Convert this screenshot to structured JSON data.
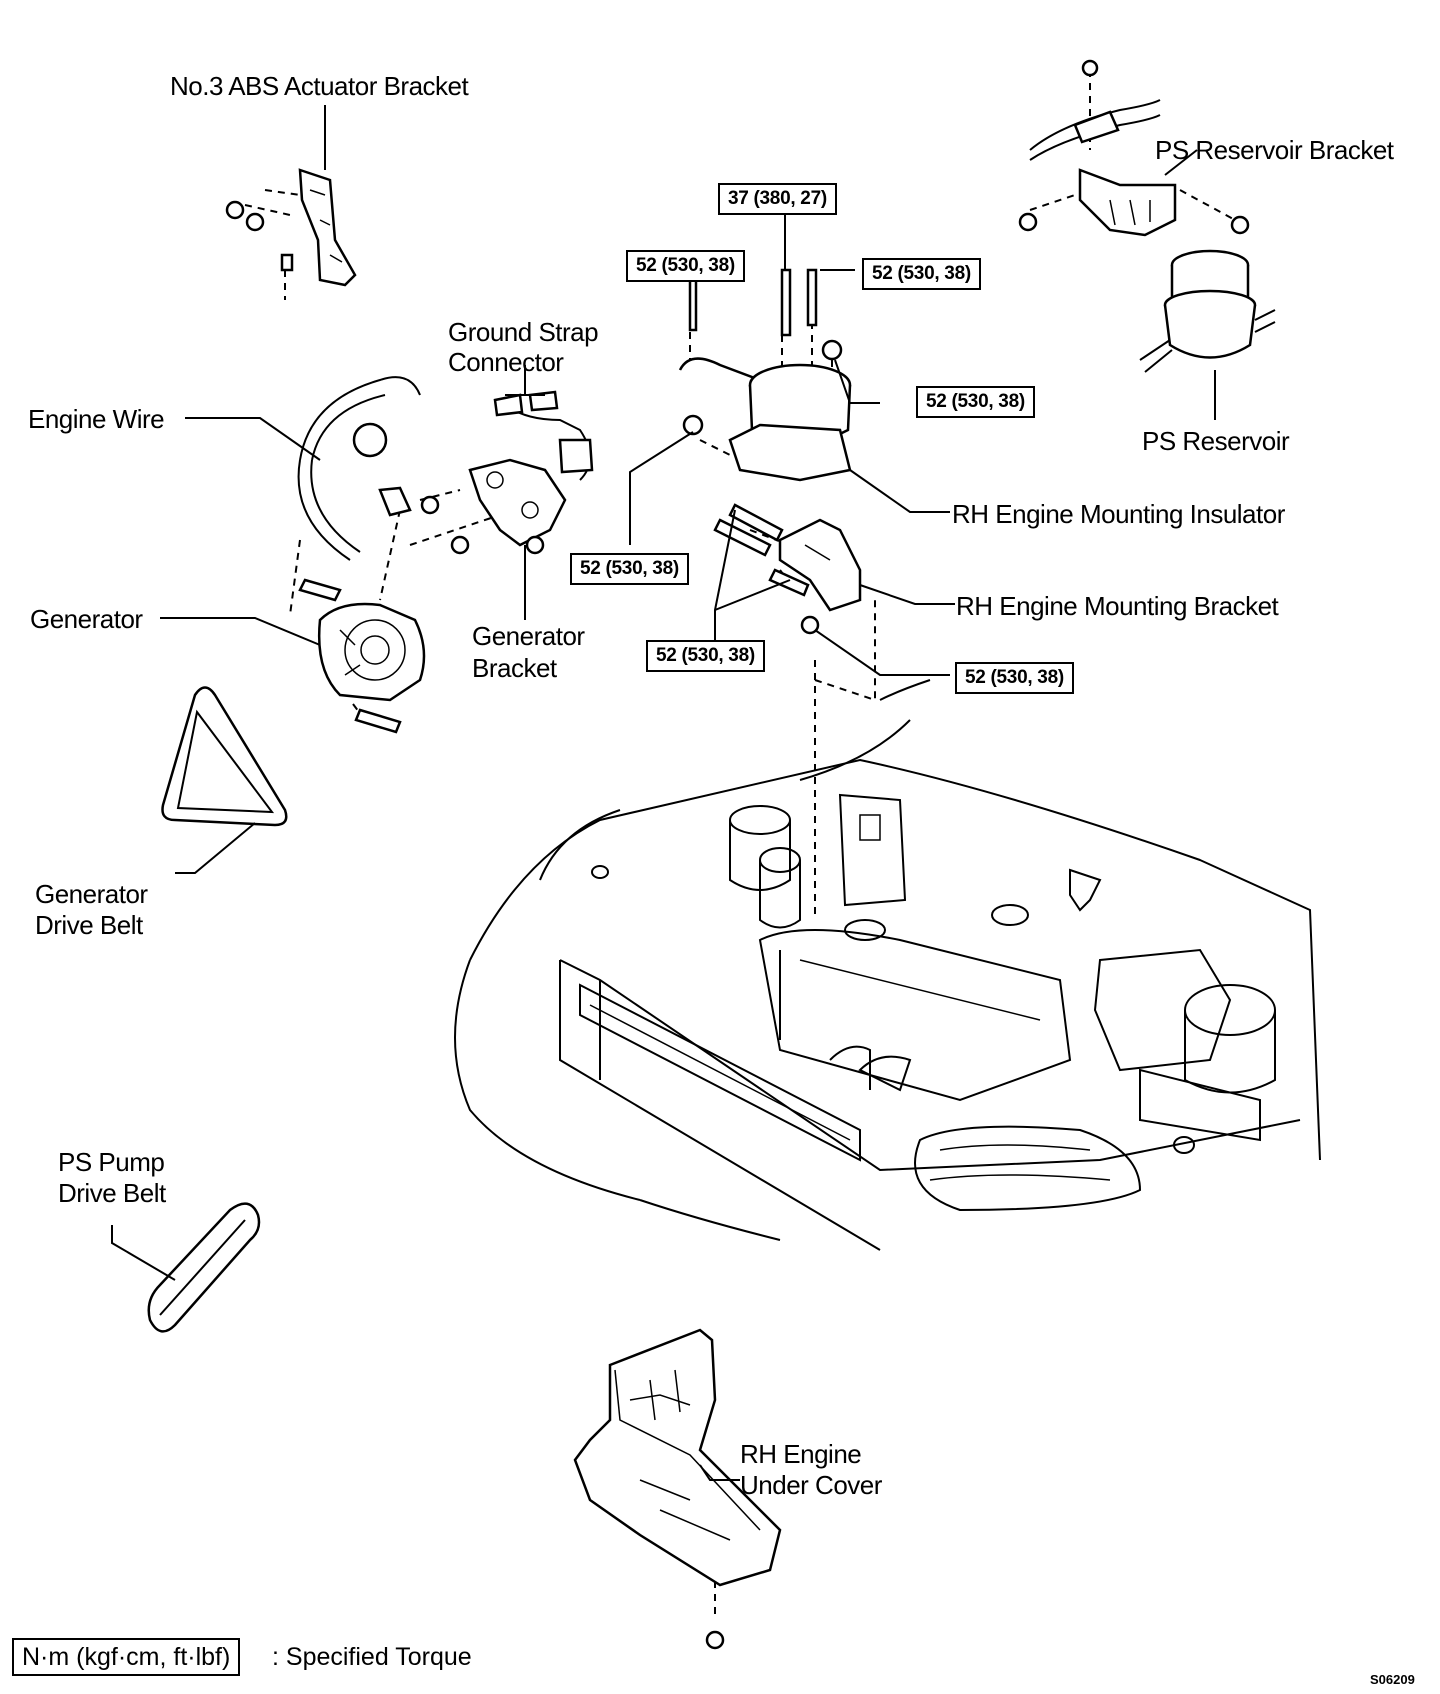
{
  "labels": {
    "abs_bracket": "No.3 ABS Actuator Bracket",
    "ps_reservoir_bracket": "PS Reservoir Bracket",
    "ground_strap_line1": "Ground Strap",
    "ground_strap_line2": "Connector",
    "engine_wire": "Engine Wire",
    "ps_reservoir": "PS Reservoir",
    "rh_mount_insulator": "RH Engine Mounting Insulator",
    "rh_mount_bracket": "RH Engine Mounting Bracket",
    "generator": "Generator",
    "generator_bracket_line1": "Generator",
    "generator_bracket_line2": "Bracket",
    "generator_belt_line1": "Generator",
    "generator_belt_line2": "Drive Belt",
    "ps_pump_belt_line1": "PS Pump",
    "ps_pump_belt_line2": "Drive Belt",
    "under_cover_line1": "RH Engine",
    "under_cover_line2": "Under Cover"
  },
  "torques": {
    "t1": "37 (380, 27)",
    "t2": "52 (530, 38)",
    "t3": "52 (530, 38)",
    "t4": "52 (530, 38)",
    "t5": "52 (530, 38)",
    "t6": "52 (530, 38)",
    "t7": "52 (530, 38)"
  },
  "legend": {
    "box": "N·m (kgf·cm, ft·lbf)",
    "text": ": Specified Torque"
  },
  "figure_code": "S06209"
}
